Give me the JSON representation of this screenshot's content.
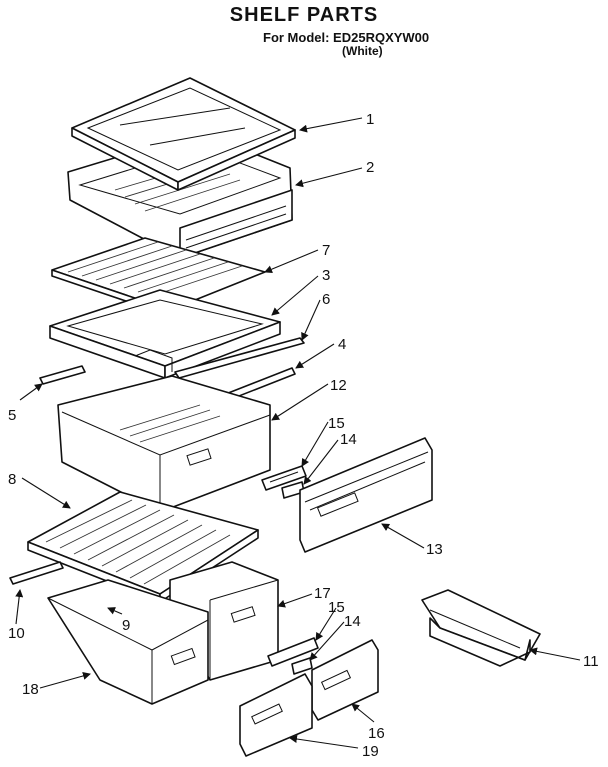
{
  "header": {
    "title": "SHELF PARTS",
    "model": "For Model: ED25RQXYW00",
    "color": "(White)"
  },
  "callouts": {
    "c1": "1",
    "c2": "2",
    "c3": "3",
    "c4": "4",
    "c5": "5",
    "c6": "6",
    "c7": "7",
    "c8": "8",
    "c9": "9",
    "c10": "10",
    "c11": "11",
    "c12": "12",
    "c13": "13",
    "c14a": "14",
    "c14b": "14",
    "c15a": "15",
    "c15b": "15",
    "c16": "16",
    "c17": "17",
    "c18": "18",
    "c19": "19"
  }
}
